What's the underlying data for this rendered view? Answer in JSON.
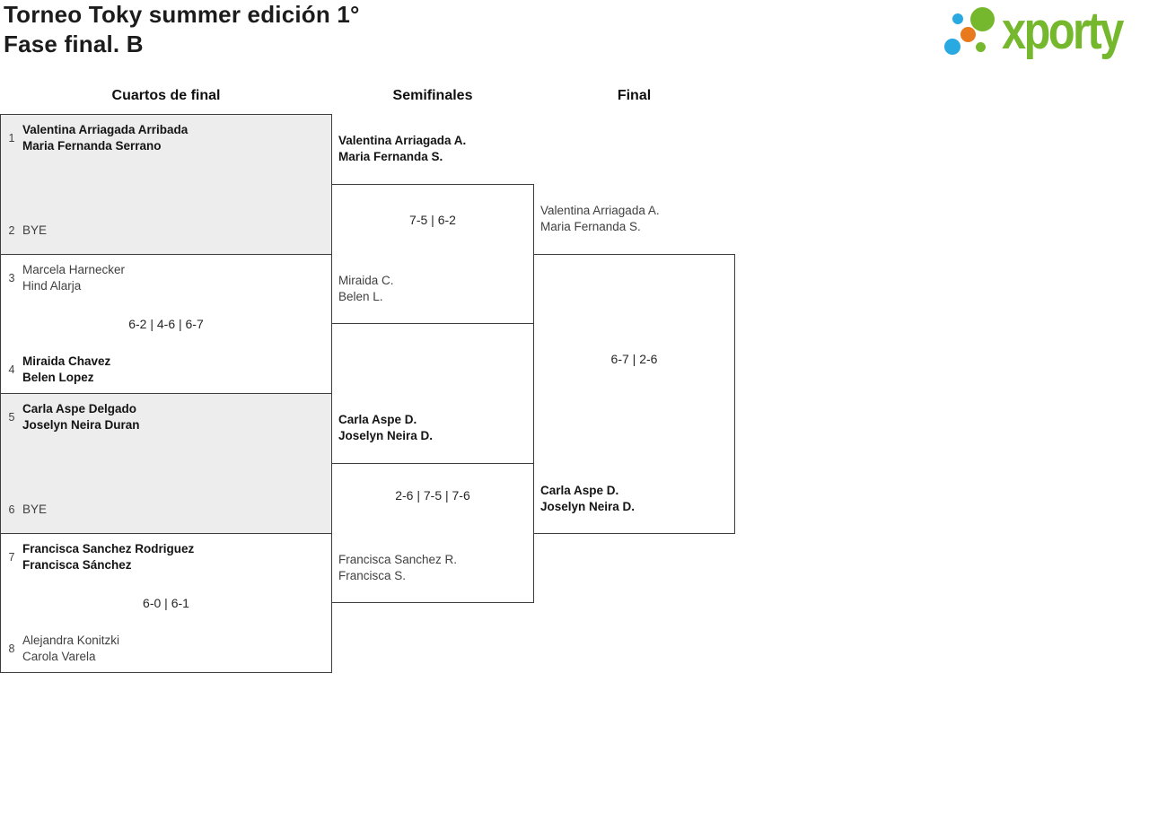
{
  "header": {
    "title_line1": "Torneo Toky summer edición 1°",
    "title_line2": "Fase final. B"
  },
  "logo": {
    "brand": "xporty",
    "colors": {
      "green": "#76b82d",
      "blue": "#29a9e1",
      "orange": "#e8791d"
    }
  },
  "columns": {
    "quarterfinals": "Cuartos de final",
    "semifinals": "Semifinales",
    "final": "Final"
  },
  "bracket": {
    "quarterfinals": [
      {
        "teams": [
          {
            "seed": "1",
            "name": "Valentina Arriagada Arribada\nMaria Fernanda Serrano",
            "winner": true
          },
          {
            "seed": "2",
            "name": "BYE",
            "winner": false
          }
        ],
        "score": ""
      },
      {
        "teams": [
          {
            "seed": "3",
            "name": "Marcela Harnecker\nHind Alarja",
            "winner": false
          },
          {
            "seed": "4",
            "name": "Miraida Chavez\nBelen Lopez",
            "winner": true
          }
        ],
        "score": "6-2 | 4-6 | 6-7"
      },
      {
        "teams": [
          {
            "seed": "5",
            "name": "Carla Aspe Delgado\nJoselyn Neira Duran",
            "winner": true
          },
          {
            "seed": "6",
            "name": "BYE",
            "winner": false
          }
        ],
        "score": ""
      },
      {
        "teams": [
          {
            "seed": "7",
            "name": "Francisca Sanchez Rodriguez\nFrancisca Sánchez",
            "winner": true
          },
          {
            "seed": "8",
            "name": "Alejandra Konitzki\nCarola Varela",
            "winner": false
          }
        ],
        "score": "6-0 | 6-1"
      }
    ],
    "semifinals": [
      {
        "top": {
          "name": "Valentina Arriagada A.\nMaria Fernanda S.",
          "winner": true
        },
        "bottom": {
          "name": "Miraida C.\nBelen L.",
          "winner": false
        },
        "score": "7-5 | 6-2"
      },
      {
        "top": {
          "name": "Carla Aspe D.\nJoselyn Neira D.",
          "winner": true
        },
        "bottom": {
          "name": "Francisca Sanchez R.\nFrancisca S.",
          "winner": false
        },
        "score": "2-6 | 7-5 | 7-6"
      }
    ],
    "final": {
      "top": {
        "name": "Valentina Arriagada A.\nMaria Fernanda S.",
        "winner": false
      },
      "bottom": {
        "name": "Carla Aspe D.\nJoselyn Neira D.",
        "winner": true
      },
      "score": "6-7 | 2-6"
    }
  }
}
